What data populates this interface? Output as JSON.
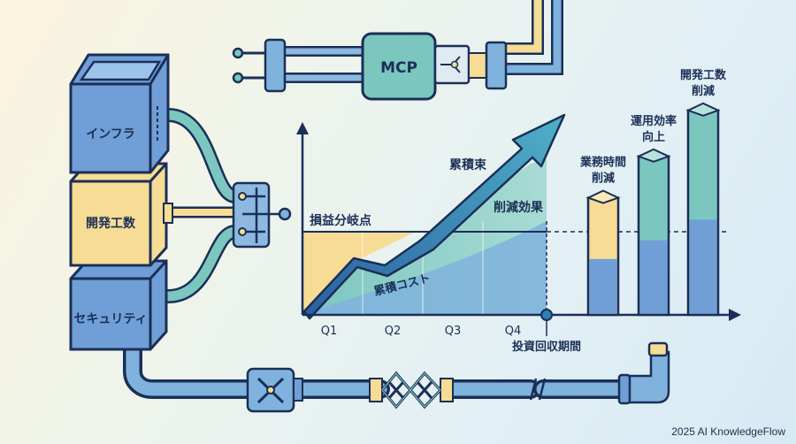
{
  "blocks": {
    "infra": "インフラ",
    "dev_hours": "開発工数",
    "security": "セキュリティ"
  },
  "mcp": {
    "label": "MCP"
  },
  "chart": {
    "breakeven_label": "損益分岐点",
    "cumulative_label": "累積束",
    "reduction_label": "削減効果",
    "cost_label": "累積コスト",
    "payback_label": "投資回収期間",
    "quarters": [
      "Q1",
      "Q2",
      "Q3",
      "Q4"
    ]
  },
  "bars": [
    {
      "line1": "業務時間",
      "line2": "削減",
      "level": 0.54
    },
    {
      "line1": "運用効率",
      "line2": "向上",
      "level": 0.72
    },
    {
      "line1": "開発工数",
      "line2": "削減",
      "level": 0.92
    }
  ],
  "footer": {
    "credit": "2025 AI KnowledgeFlow"
  },
  "colors": {
    "navy": "#1b2f57",
    "blue": "#6f9fd6",
    "teal": "#7cc6c0",
    "yellow": "#f6dc94",
    "arrow": "#3d8db8"
  }
}
